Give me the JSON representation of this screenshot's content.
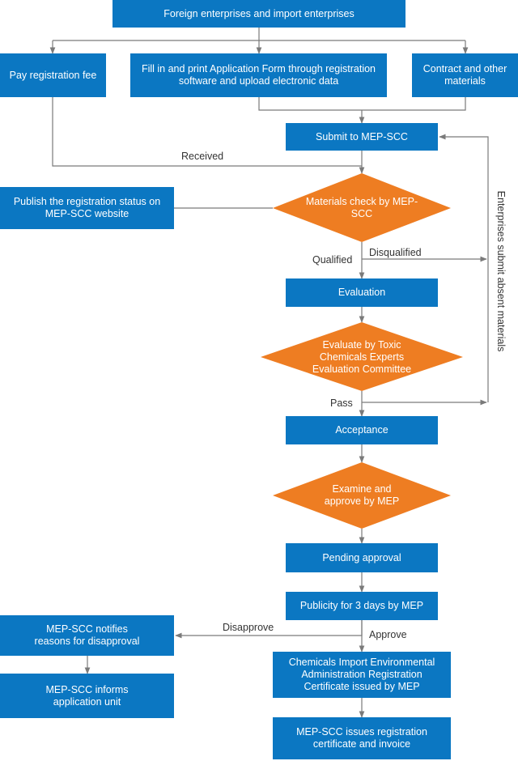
{
  "colors": {
    "box": "#0b77c2",
    "decision": "#ee7d22",
    "line": "#7a7a7a",
    "label": "#333333"
  },
  "boxes": {
    "foreign_enterprises": "Foreign enterprises and import enterprises",
    "pay_fee": "Pay registration fee",
    "fill_form": "Fill in and print Application Form through registration software and upload electronic data",
    "contract_materials": "Contract and other materials",
    "submit": "Submit to MEP-SCC",
    "publish_status": "Publish the registration status on MEP-SCC website",
    "evaluation": "Evaluation",
    "acceptance": "Acceptance",
    "pending_approval": "Pending approval",
    "publicity": "Publicity for 3 days by MEP",
    "notify_reasons": "MEP-SCC notifies reasons for disapproval",
    "inform_unit": "MEP-SCC informs application unit",
    "certificate": "Chemicals Import Environmental Administration Registration Certificate issued by MEP",
    "issue_certificate": "MEP-SCC issues registration certificate and invoice"
  },
  "decisions": {
    "materials_check": "Materials check by MEP-SCC",
    "toxic_eval": "Evaluate by Toxic Chemicals Experts Evaluation Committee",
    "examine_approve": "Examine and approve by MEP"
  },
  "labels": {
    "received": "Received",
    "qualified": "Qualified",
    "disqualified": "Disqualified",
    "pass": "Pass",
    "disapprove": "Disapprove",
    "approve": "Approve",
    "side": "Enterprises submit absent materials"
  }
}
